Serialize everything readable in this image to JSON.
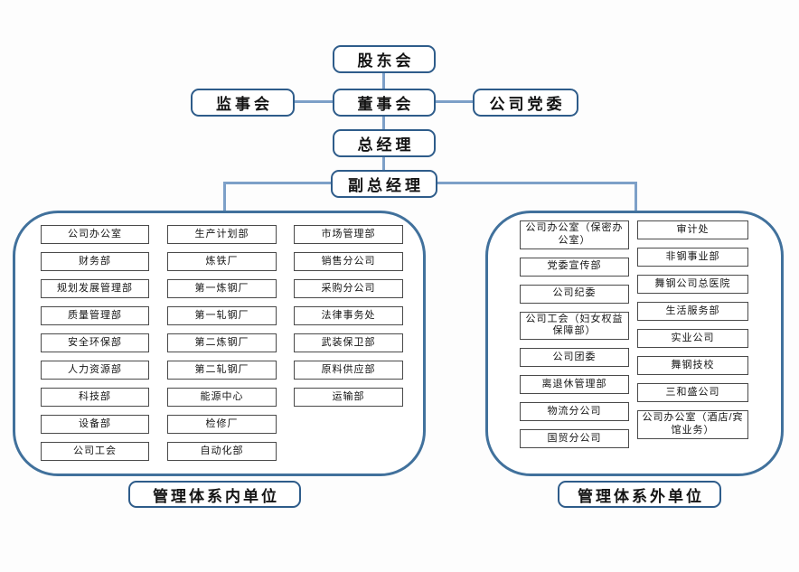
{
  "nodes": {
    "shareholders": "股东会",
    "supervisors": "监事会",
    "board": "董事会",
    "party_committee": "公司党委",
    "general_manager": "总经理",
    "deputy_general_manager": "副总经理"
  },
  "groups": {
    "inside": {
      "label": "管理体系内单位",
      "columns": [
        [
          "公司办公室",
          "财务部",
          "规划发展管理部",
          "质量管理部",
          "安全环保部",
          "人力资源部",
          "科技部",
          "设备部",
          "公司工会"
        ],
        [
          "生产计划部",
          "炼铁厂",
          "第一炼钢厂",
          "第一轧钢厂",
          "第二炼钢厂",
          "第二轧钢厂",
          "能源中心",
          "检修厂",
          "自动化部"
        ],
        [
          "市场管理部",
          "销售分公司",
          "采购分公司",
          "法律事务处",
          "武装保卫部",
          "原料供应部",
          "运输部"
        ]
      ]
    },
    "outside": {
      "label": "管理体系外单位",
      "columns": [
        [
          "公司办公室（保密办公室）",
          "党委宣传部",
          "公司纪委",
          "公司工会（妇女权益保障部）",
          "公司团委",
          "离退休管理部",
          "物流分公司",
          "国贸分公司"
        ],
        [
          "审计处",
          "非钢事业部",
          "舞钢公司总医院",
          "生活服务部",
          "实业公司",
          "舞钢技校",
          "三和盛公司",
          "公司办公室（酒店/宾馆业务）"
        ]
      ]
    }
  },
  "colors": {
    "node_border": "#2e5c8a",
    "connector": "#7da0c8",
    "container_border": "#41719c",
    "unit_border": "#4a4a4a",
    "text": "#141414",
    "background": "#fdfdfd"
  }
}
